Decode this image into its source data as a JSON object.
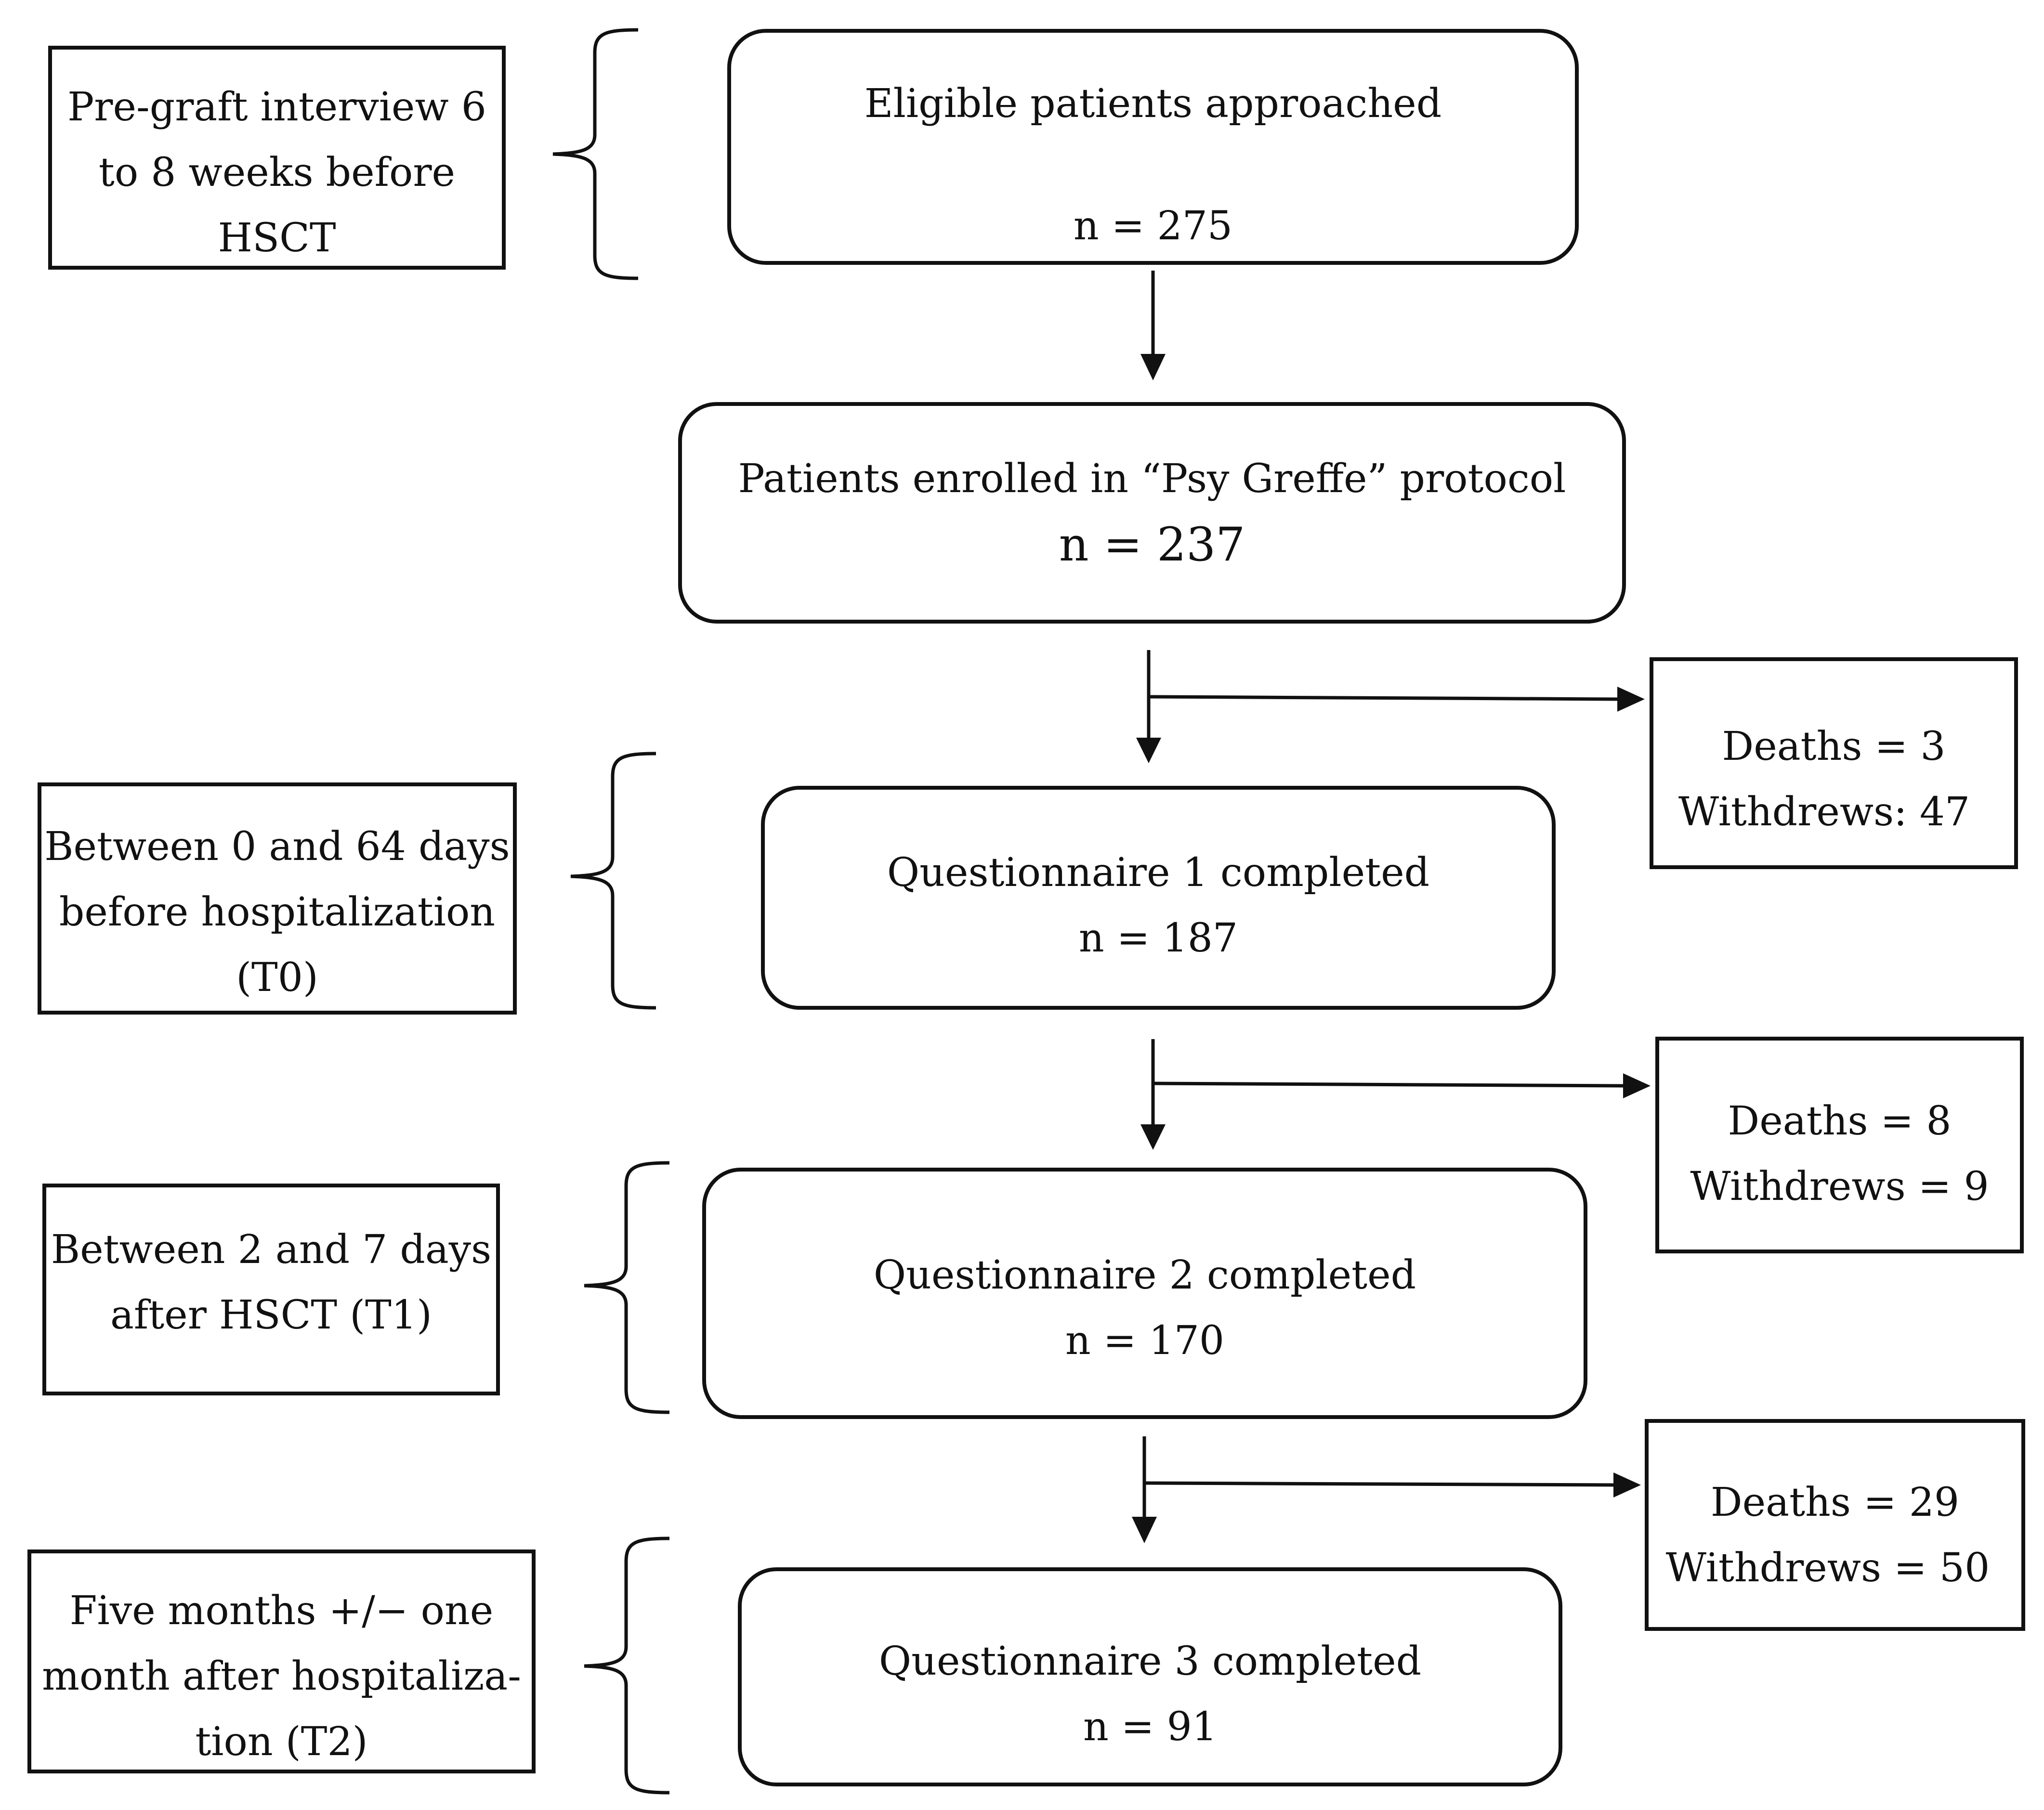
{
  "stages": [
    {
      "title": "Eligible patients approached",
      "count": "n = 275"
    },
    {
      "title": "Patients enrolled in “Psy Greffe” protocol",
      "count": "n = 237"
    },
    {
      "title": "Questionnaire 1 completed",
      "count": "n = 187"
    },
    {
      "title": "Questionnaire 2 completed",
      "count": "n = 170"
    },
    {
      "title": "Questionnaire 3 completed",
      "count": "n = 91"
    }
  ],
  "timepoints": [
    {
      "lines": [
        "Pre-graft interview 6",
        "to 8 weeks before",
        "HSCT"
      ]
    },
    {
      "lines": [
        "Between 0 and 64 days",
        "before hospitalization",
        "(T0)"
      ]
    },
    {
      "lines": [
        "Between 2 and 7 days",
        "after HSCT (T1)"
      ]
    },
    {
      "lines": [
        "Five months +/− one",
        "month after hospitaliza-",
        "tion (T2)"
      ]
    }
  ],
  "exclusions": [
    {
      "deaths": "Deaths = 3",
      "withdrews": "Withdrews: 47"
    },
    {
      "deaths": "Deaths = 8",
      "withdrews": "Withdrews = 9"
    },
    {
      "deaths": "Deaths = 29",
      "withdrews": "Withdrews = 50"
    }
  ],
  "colors": {
    "line": "#111111",
    "background": "#ffffff"
  }
}
